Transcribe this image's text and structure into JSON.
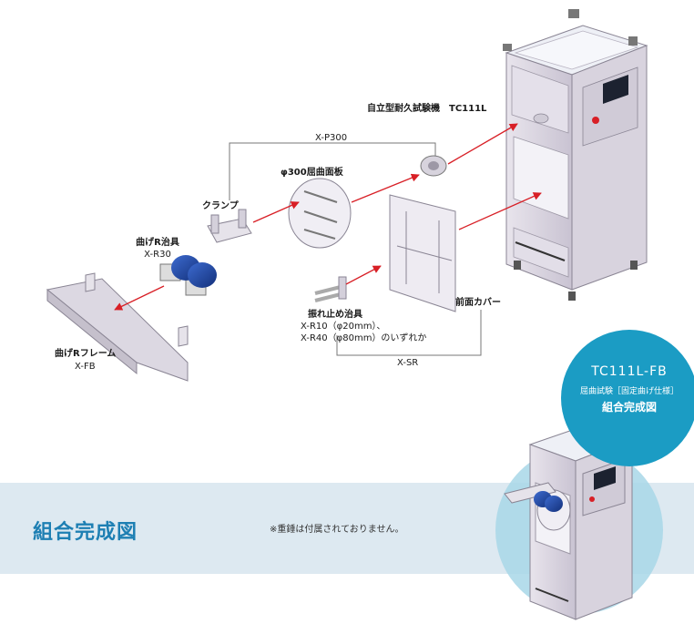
{
  "labels": {
    "machine": "自立型耐久試験機　TC111L",
    "x_p300": "X-P300",
    "bend_plate": "φ300屈曲面板",
    "clamp": "クランプ",
    "r_jig_name": "曲げR治具",
    "r_jig_code": "X-R30",
    "r_frame_name": "曲げRフレーム",
    "r_frame_code": "X-FB",
    "anti_shake_name": "振れ止め治具",
    "anti_shake_opt1": "X-R10（φ20mm）、",
    "anti_shake_opt2": "X-R40（φ80mm）のいずれか",
    "front_cover": "前面カバー",
    "x_sr": "X-SR"
  },
  "badge": {
    "model": "TC111L-FB",
    "subtitle": "屈曲試験［固定曲げ仕様］",
    "caption": "組合完成図"
  },
  "footer": {
    "title": "組合完成図",
    "note": "※重錘は付属されておりません。"
  },
  "colors": {
    "arrow": "#d81f26",
    "badge": "#1b9cc4",
    "band": "#dde9f1",
    "title": "#1d7fb3"
  }
}
